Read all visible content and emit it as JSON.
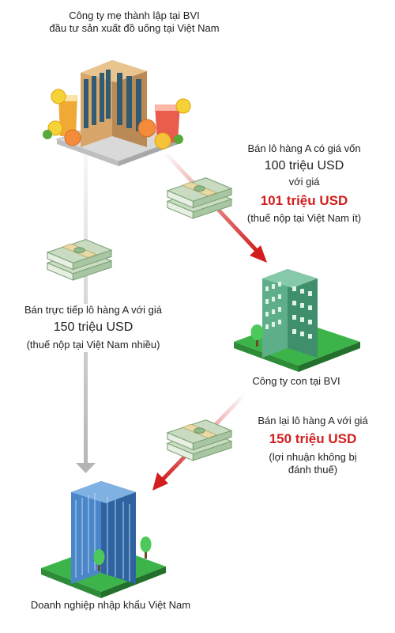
{
  "parent_company": {
    "line1": "Công ty mẹ thành lập tại BVI",
    "line2": "đầu tư sản xuất đồ uống tại Việt Nam"
  },
  "sale_to_subsidiary": {
    "line1": "Bán lô hàng A có giá vốn",
    "cost": "100 triệu USD",
    "line2": "với giá",
    "price": "101 triệu USD",
    "note": "(thuế nộp tại Việt Nam ít)"
  },
  "direct_sale": {
    "line1": "Bán trực tiếp lô hàng A với giá",
    "price": "150 triệu USD",
    "note": "(thuế nộp tại Việt Nam nhiều)"
  },
  "subsidiary": {
    "label": "Công ty con tại BVI"
  },
  "resale": {
    "line1": "Bán lại lô hàng A với giá",
    "price": "150 triệu USD",
    "note1": "(lợi nhuận không bị",
    "note2": "đánh thuế)"
  },
  "importer": {
    "label": "Doanh nghiệp nhập khẩu Việt Nam"
  },
  "colors": {
    "red": "#d21e1e",
    "gray_arrow": "#b4b4b4",
    "grass": "#3cb44a",
    "money": "#8fb98a"
  }
}
